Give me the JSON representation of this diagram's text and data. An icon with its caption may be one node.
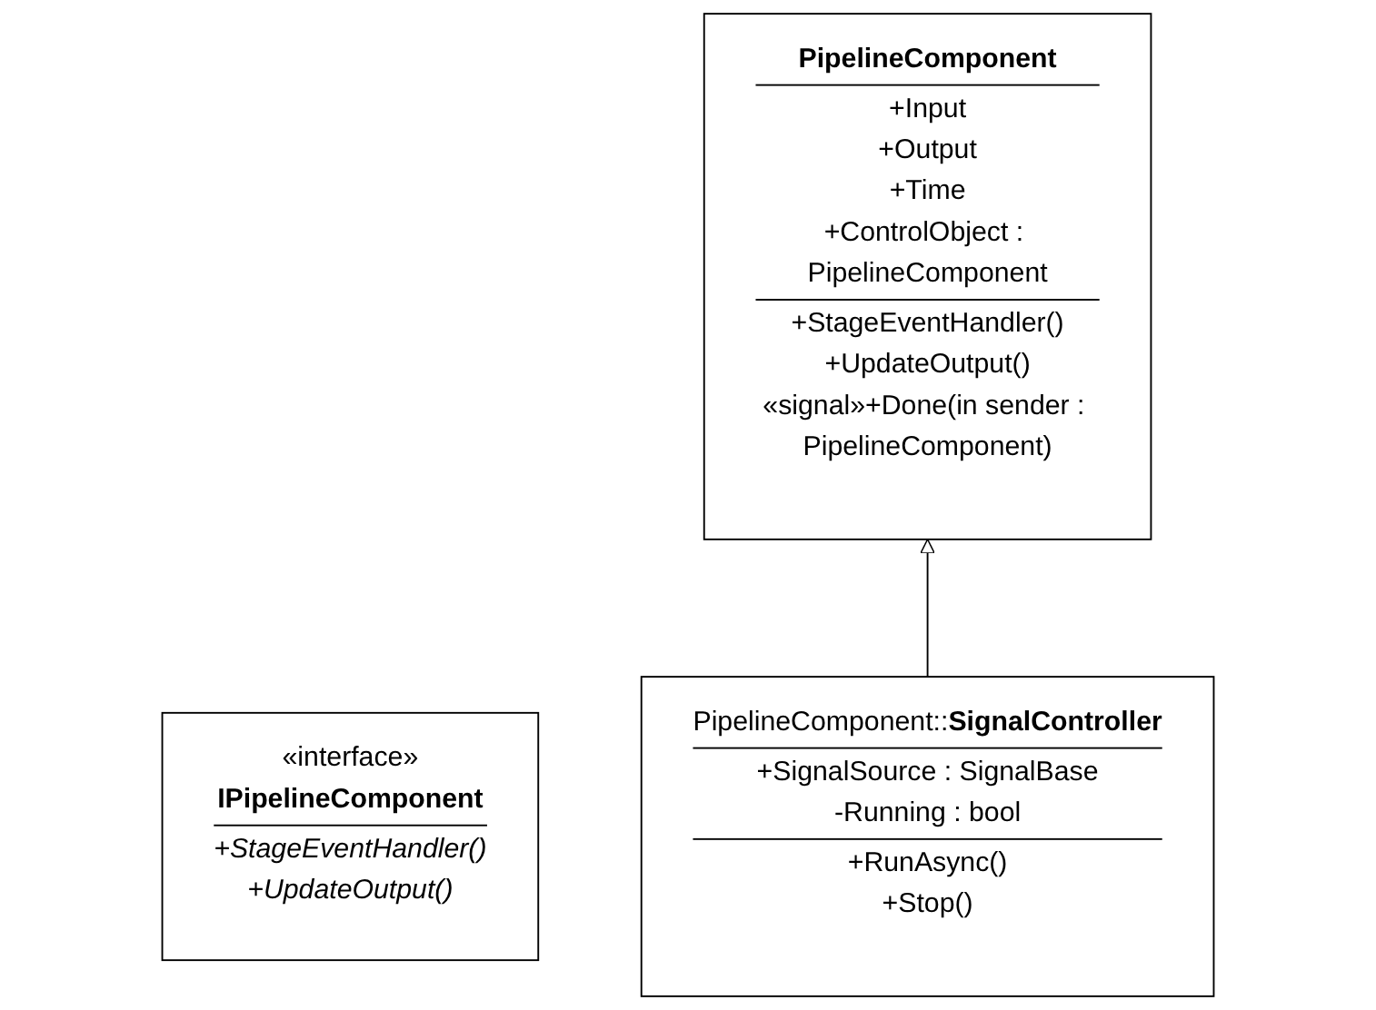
{
  "diagram": {
    "nodes": [
      {
        "text": [
          "PipelineComponent",
          "+Input",
          "+Output",
          "+Time",
          "+ControlObject : PipelineComponent",
          "+StageEventHandler()",
          "+UpdateOutput()",
          "«signal»+Done(in sender : PipelineComponent)"
        ]
      },
      {
        "text": [
          "«interface»",
          "IPipelineComponent",
          "+StageEventHandler()",
          "+UpdateOutput()"
        ]
      },
      {
        "text": [
          "PipelineComponent::**SignalController**",
          "+SignalSource : SignalBase",
          "-Running : bool",
          "+RunAsync()",
          "+Stop()"
        ]
      }
    ],
    "edges": [
      {
        "from": 2,
        "to": 0,
        "arrow": "to"
      }
    ]
  }
}
